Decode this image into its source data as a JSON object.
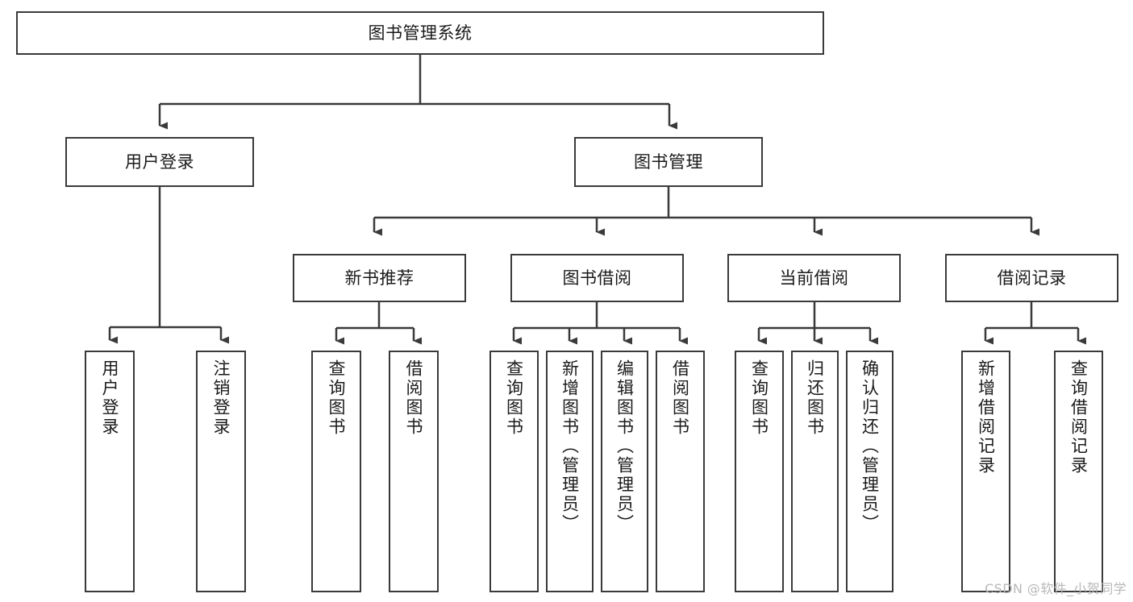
{
  "diagram": {
    "title": "图书管理系统",
    "type": "hierarchy-tree",
    "root": {
      "id": "root",
      "label": "图书管理系统"
    },
    "level2": [
      {
        "id": "user-login",
        "label": "用户登录"
      },
      {
        "id": "book-manage",
        "label": "图书管理"
      }
    ],
    "level3": [
      {
        "id": "new-book-rec",
        "label": "新书推荐",
        "parent": "book-manage"
      },
      {
        "id": "book-borrow",
        "label": "图书借阅",
        "parent": "book-manage"
      },
      {
        "id": "current-borrow",
        "label": "当前借阅",
        "parent": "book-manage"
      },
      {
        "id": "borrow-record",
        "label": "借阅记录",
        "parent": "book-manage"
      }
    ],
    "leaves": {
      "user_login": [
        {
          "id": "leaf-user-login",
          "label": "用户登录"
        },
        {
          "id": "leaf-logout",
          "label": "注销登录"
        }
      ],
      "new_book_rec": [
        {
          "id": "leaf-query-book-1",
          "label": "查询图书"
        },
        {
          "id": "leaf-borrow-book-1",
          "label": "借阅图书"
        }
      ],
      "book_borrow": [
        {
          "id": "leaf-query-book-2",
          "label": "查询图书"
        },
        {
          "id": "leaf-add-book",
          "label": "新增图书（管理员）"
        },
        {
          "id": "leaf-edit-book",
          "label": "编辑图书（管理员）"
        },
        {
          "id": "leaf-borrow-book-2",
          "label": "借阅图书"
        }
      ],
      "current_borrow": [
        {
          "id": "leaf-query-book-3",
          "label": "查询图书"
        },
        {
          "id": "leaf-return-book",
          "label": "归还图书"
        },
        {
          "id": "leaf-confirm-return",
          "label": "确认归还（管理员）"
        }
      ],
      "borrow_record": [
        {
          "id": "leaf-add-record",
          "label": "新增借阅记录"
        },
        {
          "id": "leaf-query-record",
          "label": "查询借阅记录"
        }
      ]
    }
  },
  "watermark": {
    "text": "CSDN @软件_小贺同学"
  },
  "colors": {
    "stroke": "#3a3a3a",
    "background": "#ffffff",
    "text": "#1a1a1a",
    "watermark": "#b8b8b8"
  }
}
